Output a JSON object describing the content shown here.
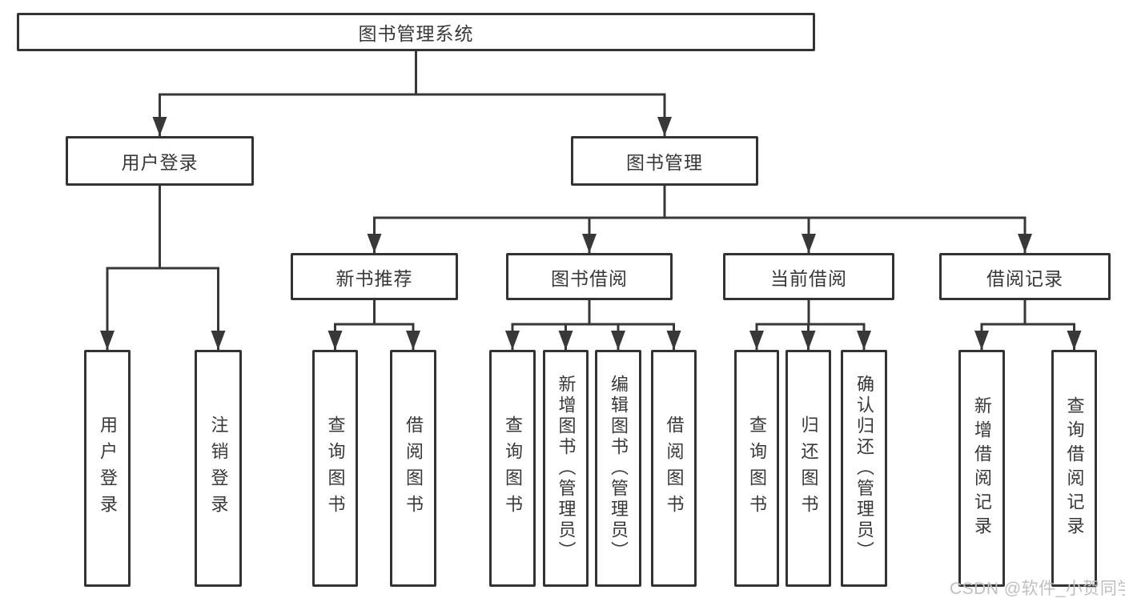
{
  "diagram": {
    "root": {
      "label": "图书管理系统"
    },
    "branches": [
      {
        "label": "用户登录",
        "children": [
          {
            "label": "用户登录"
          },
          {
            "label": "注销登录"
          }
        ]
      },
      {
        "label": "图书管理",
        "children": [
          {
            "label": "新书推荐",
            "children": [
              {
                "label": "查询图书"
              },
              {
                "label": "借阅图书"
              }
            ]
          },
          {
            "label": "图书借阅",
            "children": [
              {
                "label": "查询图书"
              },
              {
                "label": "新增图书（管理员）"
              },
              {
                "label": "编辑图书（管理员）"
              },
              {
                "label": "借阅图书"
              }
            ]
          },
          {
            "label": "当前借阅",
            "children": [
              {
                "label": "查询图书"
              },
              {
                "label": "归还图书"
              },
              {
                "label": "确认归还（管理员）"
              }
            ]
          },
          {
            "label": "借阅记录",
            "children": [
              {
                "label": "新增借阅记录"
              },
              {
                "label": "查询借阅记录"
              }
            ]
          }
        ]
      }
    ]
  },
  "watermark": {
    "text": "CSDN @软件_小贺同学"
  },
  "colors": {
    "line": "#383838",
    "box_border": "#333333",
    "text": "#383838",
    "watermark": "#bfbfbf",
    "background": "#ffffff"
  }
}
